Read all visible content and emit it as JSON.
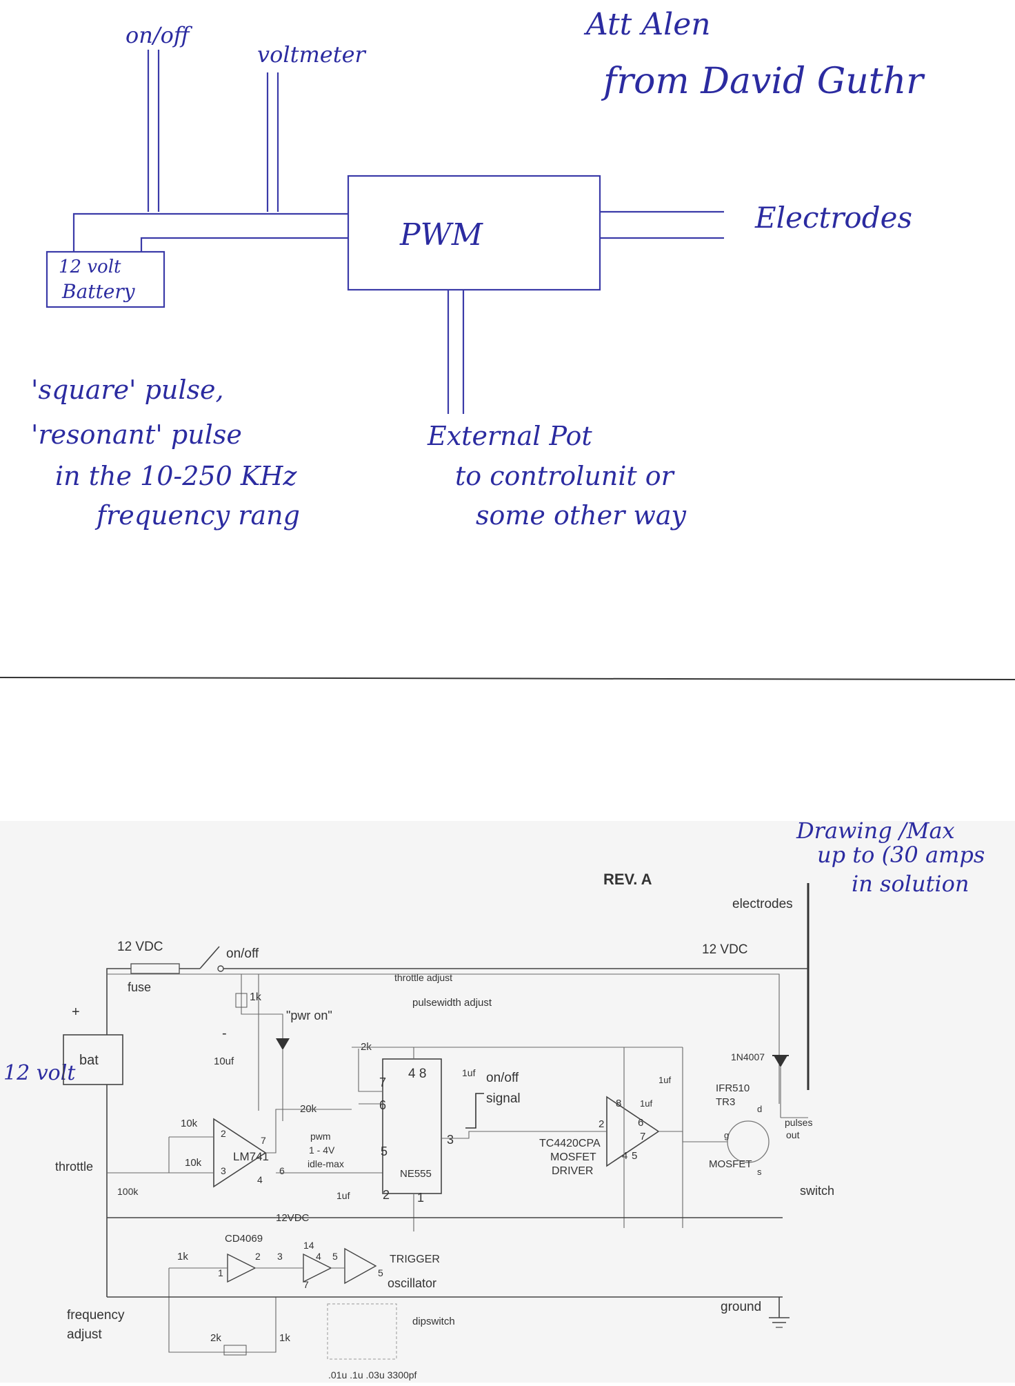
{
  "top_sketch": {
    "header_note": [
      "Att Alen",
      "from David Guthr"
    ],
    "inputs": {
      "switch": "on/off",
      "meter": "voltmeter"
    },
    "battery": [
      "12 volt",
      "Battery"
    ],
    "controller": "PWM",
    "output": "Electrodes",
    "notes_left": [
      "'square' pulse,",
      "'resonant' pulse",
      "in the 10-250 KHz",
      "frequency rang"
    ],
    "notes_right": [
      "External Pot",
      "to controlunit or",
      "some other way"
    ]
  },
  "schematic": {
    "rev": "REV. A",
    "handwritten_note": [
      "Drawing /Max",
      "up to (30 amps",
      "in solution"
    ],
    "side_label": "12 volt",
    "supply": {
      "left_vdc": "12 VDC",
      "fuse": "fuse",
      "switch": "on/off",
      "right_vdc": "12 VDC",
      "electrodes": "electrodes",
      "plus": "+",
      "minus": "-",
      "battery": "bat"
    },
    "adjust": {
      "throttle_adjust": "throttle adjust",
      "pulsewidth_adjust": "pulsewidth adjust"
    },
    "power_led": {
      "r": "1k",
      "label": "\"pwr on\"",
      "cap": "10uf"
    },
    "opamp": {
      "part": "LM741",
      "r1": "10k",
      "r2": "10k",
      "r3": "20k",
      "r4": "100k",
      "pins": [
        "2",
        "3",
        "4",
        "6",
        "7"
      ],
      "pwm": [
        "pwm",
        "1 - 4V",
        "idle-max"
      ],
      "throttle": "throttle"
    },
    "timer": {
      "part": "NE555",
      "r": "2k",
      "pins": [
        "7",
        "6",
        "5",
        "2",
        "1",
        "3",
        "4 8"
      ],
      "cap1": "1uf",
      "cap2": "1uf",
      "signal": [
        "on/off",
        "signal"
      ]
    },
    "driver": {
      "part": [
        "TC4420CPA",
        "MOSFET",
        "DRIVER"
      ],
      "pins": [
        "8",
        "2",
        "6",
        "7",
        "4",
        "5"
      ],
      "caps": [
        "1uf",
        "1uf"
      ]
    },
    "mosfet": {
      "diode": "1N4007",
      "part": [
        "IFR510",
        "TR3"
      ],
      "label": "MOSFET",
      "pins": {
        "d": "d",
        "g": "g",
        "s": "s"
      },
      "out": [
        "pulses",
        "out"
      ],
      "switch": "switch"
    },
    "oscillator": {
      "vdc": "12VDC",
      "part": "CD4069",
      "r": "1k",
      "pins": [
        "1",
        "2",
        "3",
        "14",
        "4",
        "5",
        "7",
        "5"
      ],
      "trigger": [
        "TRIGGER",
        "oscillator"
      ],
      "freq": [
        "frequency",
        "adjust"
      ],
      "pot": "2k",
      "r2": "1k",
      "dip": "dipswitch",
      "caps": ".01u .1u .03u 3300pf"
    },
    "ground": "ground"
  }
}
